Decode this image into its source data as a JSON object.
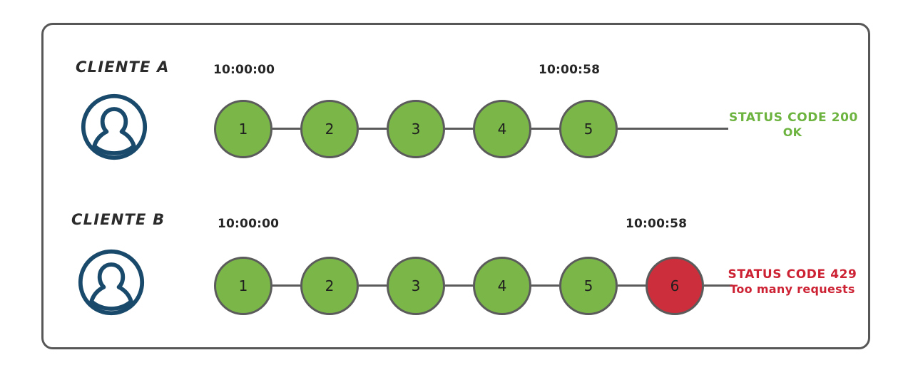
{
  "colors": {
    "frame_border": "#575757",
    "node_border": "#5b5b5b",
    "success_node": "#7ab648",
    "error_node": "#cc2e3c",
    "avatar": "#1a4a6b",
    "status_ok_text": "#6cb33f",
    "status_error_text": "#cc2233",
    "label_text": "#2b2b2b",
    "connector": "#5b5b5b"
  },
  "rows": [
    {
      "id": "client-a",
      "label": "CLIENTE A",
      "avatar_icon": "user-avatar-icon",
      "start_time": "10:00:00",
      "end_time": "10:00:58",
      "requests": [
        {
          "n": "1",
          "state": "ok"
        },
        {
          "n": "2",
          "state": "ok"
        },
        {
          "n": "3",
          "state": "ok"
        },
        {
          "n": "4",
          "state": "ok"
        },
        {
          "n": "5",
          "state": "ok"
        }
      ],
      "status": {
        "line1": "STATUS CODE 200",
        "line2": "OK",
        "state": "ok"
      }
    },
    {
      "id": "client-b",
      "label": "CLIENTE B",
      "avatar_icon": "user-avatar-icon",
      "start_time": "10:00:00",
      "end_time": "10:00:58",
      "requests": [
        {
          "n": "1",
          "state": "ok"
        },
        {
          "n": "2",
          "state": "ok"
        },
        {
          "n": "3",
          "state": "ok"
        },
        {
          "n": "4",
          "state": "ok"
        },
        {
          "n": "5",
          "state": "ok"
        },
        {
          "n": "6",
          "state": "error"
        }
      ],
      "status": {
        "line1": "STATUS CODE 429",
        "line2": "Too many requests",
        "state": "error"
      }
    }
  ]
}
